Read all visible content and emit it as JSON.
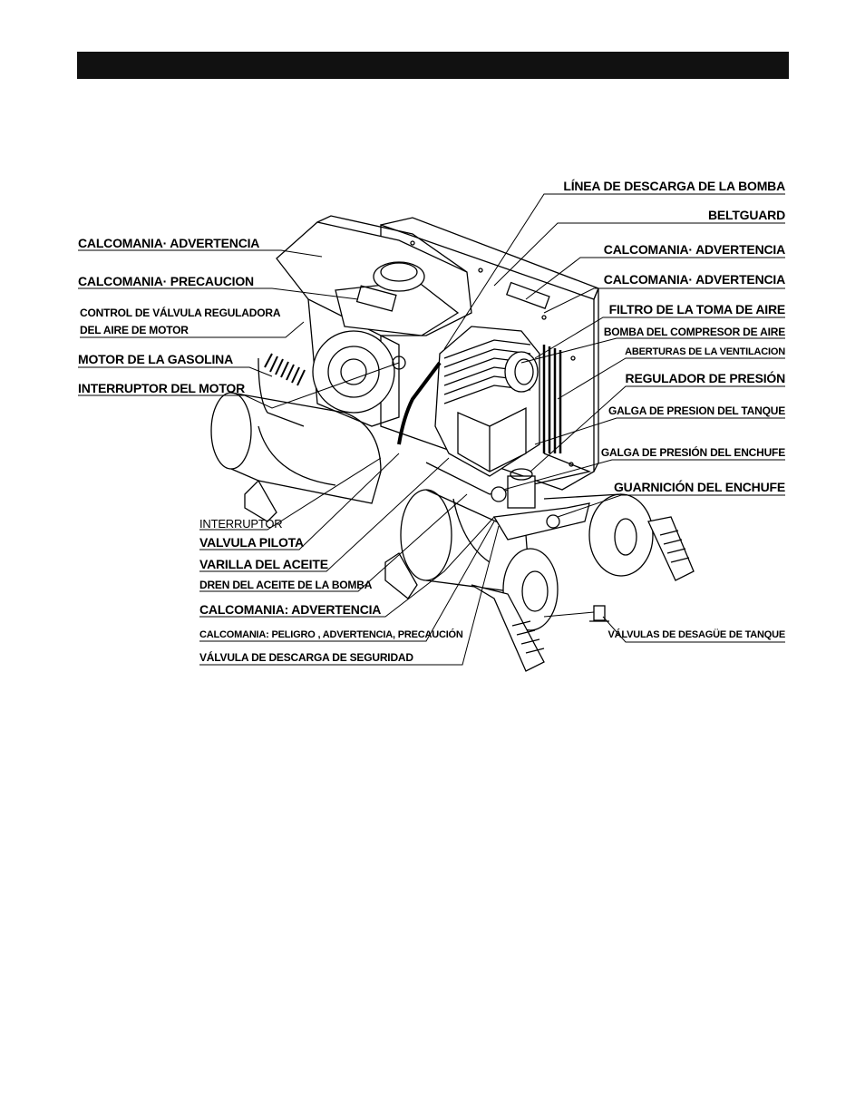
{
  "labels_left": [
    {
      "id": "calcomania-advertencia-1",
      "text": "CALCOMANIA· ADVERTENCIA"
    },
    {
      "id": "calcomania-precaucion",
      "text": "CALCOMANIA· PRECAUCION"
    },
    {
      "id": "control-valvula-1",
      "text": "CONTROL DE VÁLVULA REGULADORA"
    },
    {
      "id": "control-valvula-2",
      "text": "DEL AIRE DE MOTOR"
    },
    {
      "id": "motor-gasolina",
      "text": "MOTOR DE LA GASOLINA"
    },
    {
      "id": "interruptor-motor",
      "text": "INTERRUPTOR DEL MOTOR"
    }
  ],
  "labels_bottom": [
    {
      "id": "interruptor",
      "text": "INTERRUPTOR"
    },
    {
      "id": "valvula-pilota",
      "text": "VALVULA PILOTA"
    },
    {
      "id": "varilla-aceite",
      "text": "VARILLA DEL ACEITE"
    },
    {
      "id": "dren-aceite",
      "text": "DREN DEL ACEITE DE LA BOMBA"
    },
    {
      "id": "calcomania-advertencia-bottom",
      "text": "CALCOMANIA: ADVERTENCIA"
    },
    {
      "id": "calcomania-peligro",
      "text": "CALCOMANIA: PELIGRO , ADVERTENCIA, PRECAUCIÓN"
    },
    {
      "id": "valvula-descarga",
      "text": "VÁLVULA DE DESCARGA DE SEGURIDAD"
    }
  ],
  "labels_right": [
    {
      "id": "linea-descarga",
      "text": "LÍNEA DE DESCARGA DE LA BOMBA"
    },
    {
      "id": "beltguard",
      "text": "BELTGUARD"
    },
    {
      "id": "calcomania-advertencia-r1",
      "text": "CALCOMANIA· ADVERTENCIA"
    },
    {
      "id": "calcomania-advertencia-r2",
      "text": "CALCOMANIA· ADVERTENCIA"
    },
    {
      "id": "filtro-toma",
      "text": "FILTRO DE LA TOMA DE AIRE"
    },
    {
      "id": "bomba-compresor",
      "text": "BOMBA DEL COMPRESOR DE AIRE"
    },
    {
      "id": "aberturas",
      "text": "ABERTURAS DE LA VENTILACION"
    },
    {
      "id": "regulador",
      "text": "REGULADOR DE PRESIÓN"
    },
    {
      "id": "galga-tanque",
      "text": "GALGA DE PRESION DEL TANQUE"
    },
    {
      "id": "galga-enchufe",
      "text": "GALGA DE PRESIÓN DEL ENCHUFE"
    },
    {
      "id": "guarnicion",
      "text": "GUARNICIÓN DEL ENCHUFE"
    },
    {
      "id": "valvulas-desague",
      "text": "VÁLVULAS DE DESAGÜE DE TANQUE"
    }
  ]
}
